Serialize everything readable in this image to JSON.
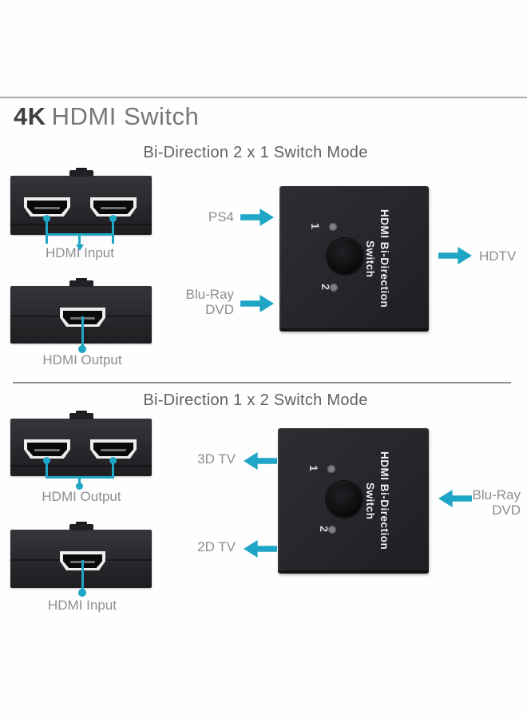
{
  "colors": {
    "accent": "#1fa5c5"
  },
  "title": {
    "strong": "4K",
    "rest": "HDMI Switch"
  },
  "section1": {
    "heading": "Bi-Direction 2 x 1 Switch Mode",
    "top_device_label": "HDMI Input",
    "bottom_device_label": "HDMI Output",
    "switch": {
      "brand": "HDMI Bi-Direction",
      "brand2": "Switch",
      "port1": "1",
      "port2": "2"
    },
    "source_top": "PS4",
    "source_bottom_line1": "Blu-Ray",
    "source_bottom_line2": "DVD",
    "sink_right": "HDTV"
  },
  "section2": {
    "heading": "Bi-Direction 1 x 2 Switch Mode",
    "top_device_label": "HDMI Output",
    "bottom_device_label": "HDMI Input",
    "switch": {
      "brand": "HDMI Bi-Direction",
      "brand2": "Switch",
      "port1": "1",
      "port2": "2"
    },
    "sink_top": "3D TV",
    "sink_bottom": "2D TV",
    "source_right_line1": "Blu-Ray",
    "source_right_line2": "DVD"
  }
}
